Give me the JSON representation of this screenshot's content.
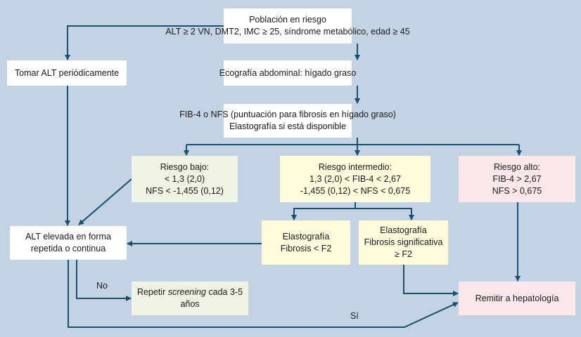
{
  "colors": {
    "background": "#c3d3e3",
    "arrow": "#1b4f6e",
    "low": "#eef3e4",
    "intermediate": "#fffbdd",
    "high": "#fce8ea"
  },
  "nodes": {
    "poblacion": {
      "line1": "Población en riesgo",
      "line2": "ALT ≥ 2 VN, DMT2, IMC ≥ 25, síndrome metabólico, edad ≥ 45"
    },
    "tomar_alt": {
      "line1": "Tomar ALT periódicamente"
    },
    "ecografia": {
      "line1": "Ecografía abdominal: hígado graso"
    },
    "fib4": {
      "line1": "FIB-4 o NFS (puntuación para fibrosis en hígado graso)",
      "line2": "Elastografía si está disponible"
    },
    "riesgo_bajo": {
      "line1": "Riesgo bajo:",
      "line2": "< 1,3 (2,0)",
      "line3": "NFS < -1,455 (0,12)"
    },
    "riesgo_intermedio": {
      "line1": "Riesgo intermedio:",
      "line2": "1,3 (2,0) < FIB-4 < 2,67",
      "line3": "-1,455 (0,12) < NFS < 0,675"
    },
    "riesgo_alto": {
      "line1": "Riesgo alto:",
      "line2": "FIB-4 > 2,67",
      "line3": "NFS > 0,675"
    },
    "alt_elevada": {
      "line1": "ALT elevada en forma",
      "line2": "repetida o continua"
    },
    "elasto_baja": {
      "line1": "Elastografía",
      "line2": "Fibrosis < F2"
    },
    "elasto_alta": {
      "line1": "Elastografía",
      "line2": "Fibrosis significativa",
      "line3": "≥ F2"
    },
    "repetir": {
      "pre": "Repetir ",
      "em": "screening",
      "post": " cada 3-5",
      "line2": "años"
    },
    "remitir": {
      "line1": "Remitir a hepatología"
    }
  },
  "edge_labels": {
    "no": "No",
    "si": "Sí"
  }
}
